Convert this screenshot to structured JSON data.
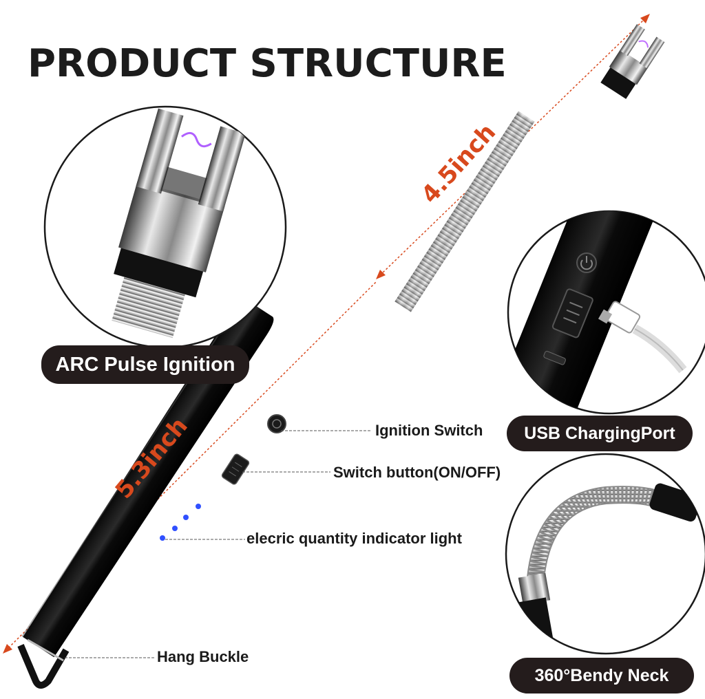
{
  "title": "PRODUCT STRUCTURE",
  "dimensions": {
    "upper": "4.5inch",
    "lower": "5.3inch"
  },
  "features": {
    "arc": "ARC Pulse Ignition",
    "usb": "USB ChargingPort",
    "neck": "360°Bendy Neck"
  },
  "callouts": {
    "ignition_switch": "Ignition Switch",
    "switch_button": "Switch button(ON/OFF)",
    "indicator": "elecric quantity indicator light",
    "hang_buckle": "Hang Buckle"
  },
  "colors": {
    "accent": "#d8491d",
    "pill": "#241c1c",
    "led": "#3050ff"
  },
  "icons": [
    "power-icon",
    "usb-plug-icon"
  ]
}
